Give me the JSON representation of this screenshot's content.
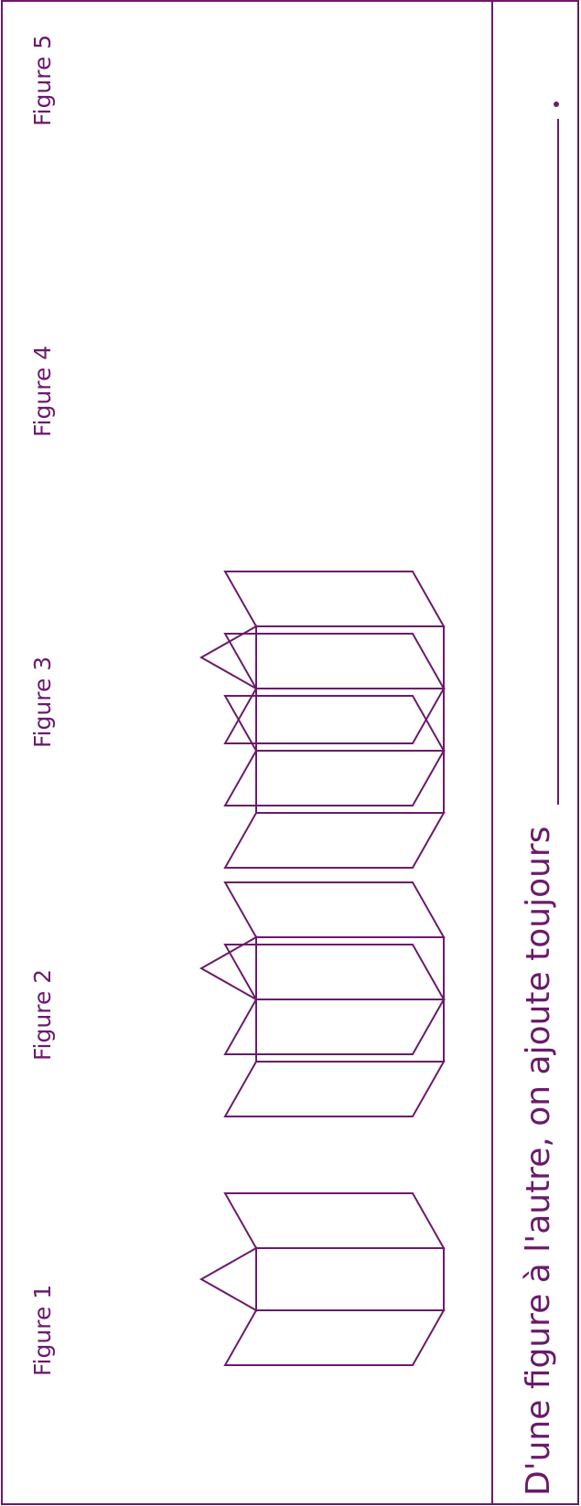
{
  "figure_labels": [
    "Figure 1",
    "Figure 2",
    "Figure 3",
    "Figure 4",
    "Figure 5"
  ],
  "figures": [
    {
      "name": "Figure 1",
      "squares": 1
    },
    {
      "name": "Figure 2",
      "squares": 2
    },
    {
      "name": "Figure 3",
      "squares": 3
    },
    {
      "name": "Figure 4",
      "squares": null
    },
    {
      "name": "Figure 5",
      "squares": null
    }
  ],
  "sentence": "D'une figure à l'autre, on ajoute toujours",
  "colors": {
    "ink": "#6b1a6b",
    "background": "#ffffff"
  }
}
